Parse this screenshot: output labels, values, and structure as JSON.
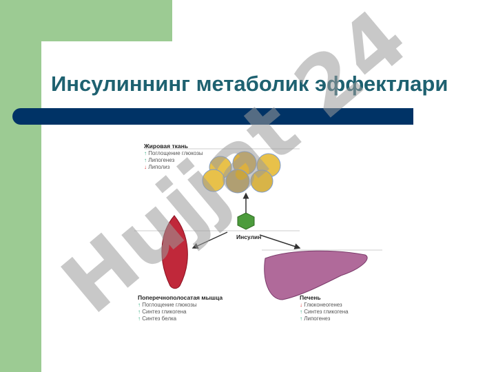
{
  "slide": {
    "title": "Инсулиннинг метаболик эффектлари"
  },
  "diagram": {
    "center": "Инсулин",
    "fat": {
      "title": "Жировая ткань",
      "items": [
        {
          "text": "Поглощение глюкозы",
          "dir": "up"
        },
        {
          "text": "Липогенез",
          "dir": "up"
        },
        {
          "text": "Липолиз",
          "dir": "down"
        }
      ]
    },
    "muscle": {
      "title": "Поперечнополосатая мышца",
      "items": [
        {
          "text": "Поглощение глюкозы",
          "dir": "up"
        },
        {
          "text": "Синтез гликогена",
          "dir": "up"
        },
        {
          "text": "Синтез белка",
          "dir": "up"
        }
      ]
    },
    "liver": {
      "title": "Печень",
      "items": [
        {
          "text": "Глюконеогенез",
          "dir": "down"
        },
        {
          "text": "Синтез гликогена",
          "dir": "up"
        },
        {
          "text": "Липогенез",
          "dir": "up"
        }
      ]
    },
    "arrows": {
      "up": "↑",
      "down": "↓"
    }
  },
  "watermark": "Hujjat 24"
}
